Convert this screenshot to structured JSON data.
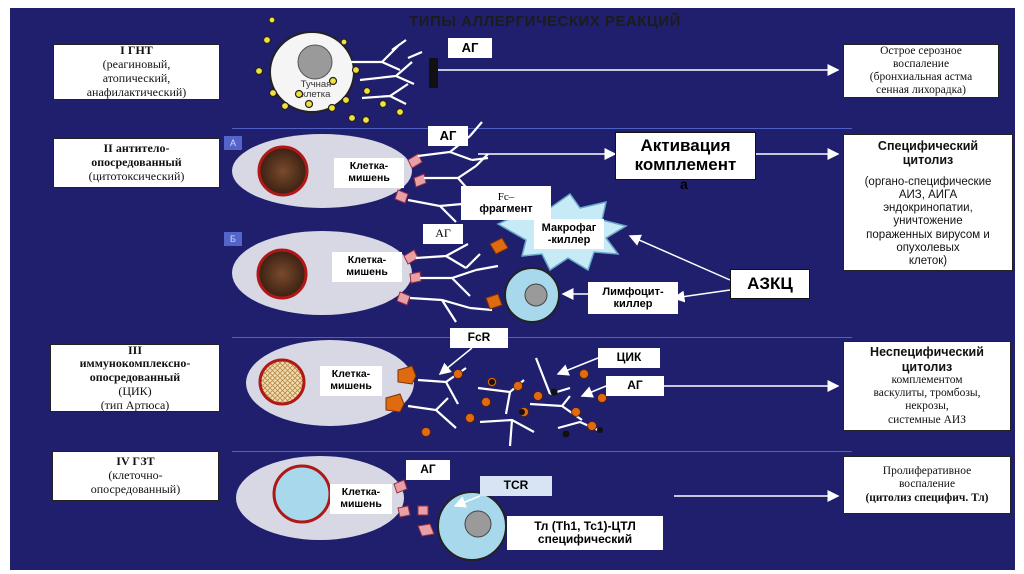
{
  "title": "ТИПЫ АЛЛЕРГИЧЕСКИХ РЕАКЦИЙ",
  "types": [
    {
      "name": "I  ГНТ",
      "desc": [
        "(реагиновый,",
        "атопический,",
        "анафилактический)"
      ]
    },
    {
      "name": "II  антитело-",
      "name2": "опосредованный",
      "desc": [
        "(цитотоксический)"
      ]
    },
    {
      "name": "III",
      "name2": "иммунокомплексно-",
      "name3": "опосредованный",
      "desc": [
        "(ЦИК)",
        "(тип Артюса)"
      ]
    },
    {
      "name": "IV ГЗТ",
      "desc": [
        "(клеточно-",
        "опосредованный)"
      ]
    }
  ],
  "outcomes": {
    "i": [
      "Острое серозное",
      "воспаление",
      "(бронхиальная астма",
      "сенная лихорадка)"
    ],
    "ii_title": [
      "Специфический",
      "цитолиз"
    ],
    "ii_body": [
      "(органо-специфические",
      "АИЗ, АИГА",
      "эндокринопатии,",
      "уничтожение",
      "пораженных вирусом и",
      "опухолевых",
      "клеток)"
    ],
    "iii_title": [
      "Неспецифический",
      "цитолиз"
    ],
    "iii_body": [
      "комплементом",
      "васкулиты,  тромбозы,",
      "некрозы,",
      "системные АИЗ"
    ],
    "iv": [
      "Пролиферативное",
      "воспаление",
      "(цитолиз специфич. Тл)"
    ]
  },
  "labels": {
    "ag": "АГ",
    "ag_cap": "АГ",
    "mast_cell": "Тучная клетка",
    "target_cell": [
      "Клетка-",
      "мишень"
    ],
    "activation": [
      "Активация",
      "комплемент"
    ],
    "activation_suffix": "а",
    "fc": [
      "Fc–",
      "фрагмент"
    ],
    "macrophage": [
      "Макрофаг",
      "-киллер"
    ],
    "lymphocyte": [
      "Лимфоцит-",
      "киллер"
    ],
    "adcc": "АЗКЦ",
    "fcr": "FcR",
    "cik": "ЦИК",
    "tcr": "TCR",
    "tl": [
      "Тл  (Th1, Tc1)-ЦТЛ",
      "специфический"
    ],
    "tag_a": "А",
    "tag_b": "Б"
  },
  "colors": {
    "background": "#1f1f6e",
    "separator": "#4e5fc6",
    "cell": "#d8d8e4",
    "mast": "#f5f5f5",
    "granule": "#f2e040",
    "receptor": "#e8a0a8",
    "fc_receptor": "#e06a10",
    "lymph": "#a8d8ec",
    "macro": "#c6eaf6",
    "nucleus_dark": "#6b3a22",
    "nucleus_rim": "#b01818",
    "ic_orange": "#e06a10"
  },
  "icons": [
    "mast-cell-icon",
    "target-cell-icon",
    "antibody-icon",
    "macrophage-icon",
    "lymphocyte-icon",
    "immune-complex-icon",
    "t-cell-icon"
  ]
}
